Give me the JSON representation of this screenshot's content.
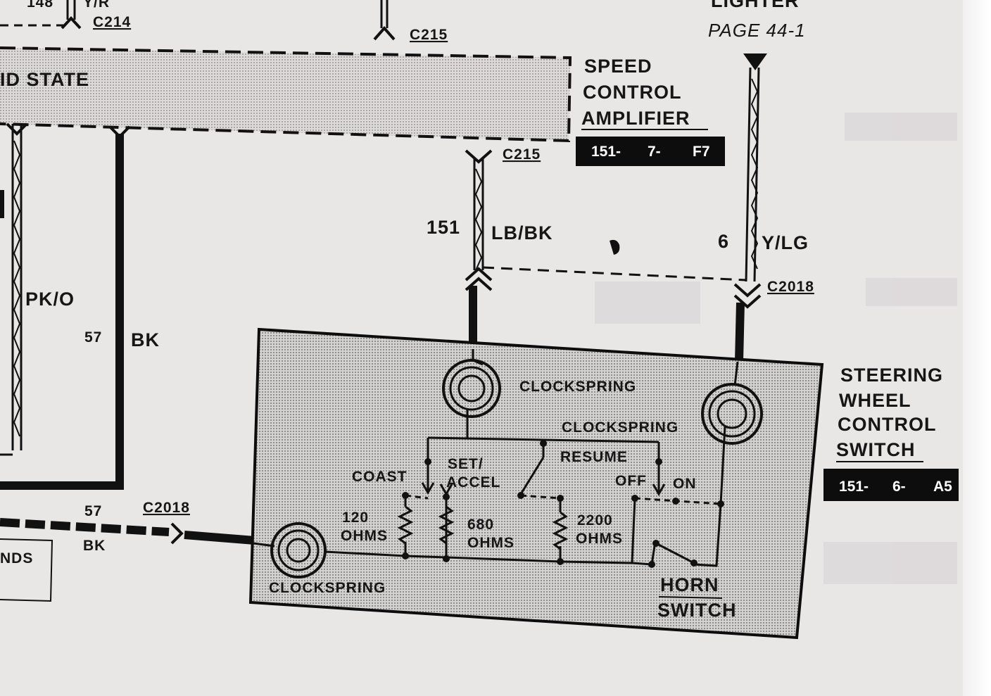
{
  "lighter_ref": {
    "title": "LIGHTER",
    "page": "PAGE 44-1"
  },
  "connectors": {
    "c214": "C214",
    "c215_top": "C215",
    "c215_mid": "C215",
    "c2018_right": "C2018",
    "c2018_left": "C2018"
  },
  "partial_labels": {
    "top_left": "Y/R",
    "top_left_num": "148",
    "solid_state": "ID STATE",
    "bottom_left": "NDS"
  },
  "speed_control": {
    "lines": [
      "SPEED",
      "CONTROL",
      "AMPLIFIER"
    ],
    "ref": [
      "151-",
      "7-",
      "F7"
    ]
  },
  "wires": {
    "w151": {
      "num": "151",
      "color": "LB/BK"
    },
    "w6": {
      "num": "6",
      "color": "Y/LG"
    },
    "w57a": {
      "num": "57",
      "color": "BK"
    },
    "w57b": {
      "num": "57",
      "color": "BK"
    },
    "pko": {
      "color": "PK/O"
    }
  },
  "steering_switch": {
    "lines": [
      "STEERING",
      "WHEEL",
      "CONTROL",
      "SWITCH"
    ],
    "ref": [
      "151-",
      "6-",
      "A5"
    ]
  },
  "components": {
    "clockspring_a": "CLOCKSPRING",
    "clockspring_b": "CLOCKSPRING",
    "clockspring_c": "CLOCKSPRING",
    "coast": "COAST",
    "set": "SET/",
    "accel": "ACCEL",
    "resume": "RESUME",
    "off": "OFF",
    "on": "ON",
    "r120_val": "120",
    "r120_unit": "OHMS",
    "r680_val": "680",
    "r680_unit": "OHMS",
    "r2200_val": "2200",
    "r2200_unit": "OHMS",
    "horn": "HORN",
    "switch": "SWITCH"
  }
}
